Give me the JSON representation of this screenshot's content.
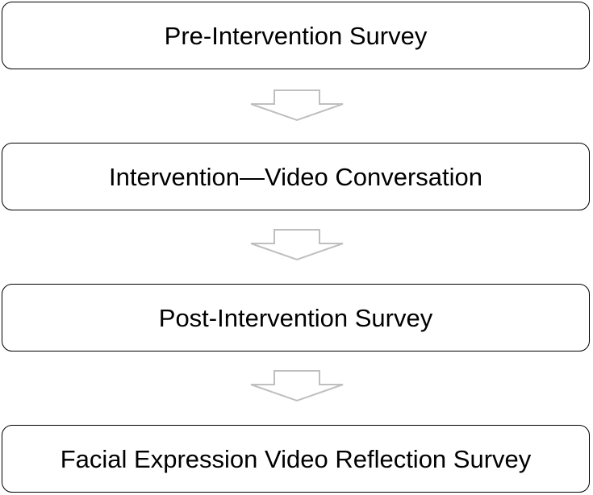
{
  "flowchart": {
    "steps": [
      {
        "label": "Pre-Intervention Survey"
      },
      {
        "label": "Intervention—Video Conversation"
      },
      {
        "label": "Post-Intervention Survey"
      },
      {
        "label": "Facial Expression Video Reflection Survey"
      }
    ],
    "colors": {
      "box_border": "#000000",
      "box_fill": "#ffffff",
      "arrow_stroke": "#bfbfbf",
      "text": "#000000"
    }
  }
}
